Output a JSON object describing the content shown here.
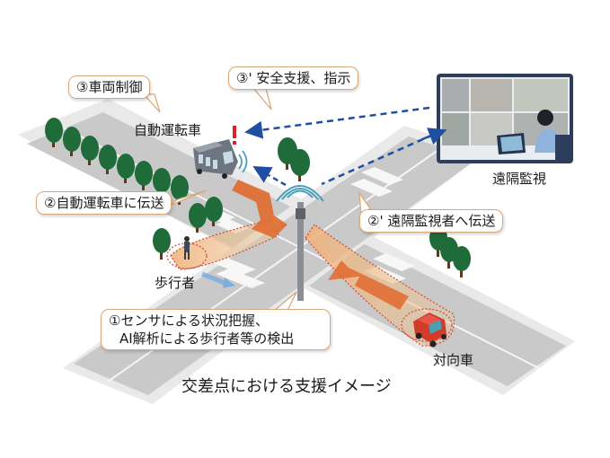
{
  "callouts": {
    "vehicle_control": "③車両制御",
    "safety_support": "③' 安全支援、指示",
    "transmit_to_vehicle": "②自動運転車に伝送",
    "transmit_to_monitor": "②' 遠隔監視者へ伝送",
    "sensor_line1": "①センサによる状況把握、",
    "sensor_line2": "AI解析による歩行者等の検出"
  },
  "labels": {
    "autonomous_vehicle": "自動運転車",
    "remote_monitoring": "遠隔監視",
    "pedestrian": "歩行者",
    "oncoming_vehicle": "対向車",
    "alert_mark": "!"
  },
  "caption": "交差点における支援イメージ",
  "colors": {
    "road": "#c9c9c9",
    "road_edge": "#e6e6e6",
    "tree": "#1f6b3a",
    "arrow_blue": "#1f4fa0",
    "detection_orange": "#e06a2e",
    "detection_zone": "#e8c79a",
    "bus": "#6d7680",
    "car": "#d23a2a",
    "alert_red": "#e02020",
    "monitor_frame": "#2d3e5c",
    "callout_border": "#d9a87a"
  }
}
